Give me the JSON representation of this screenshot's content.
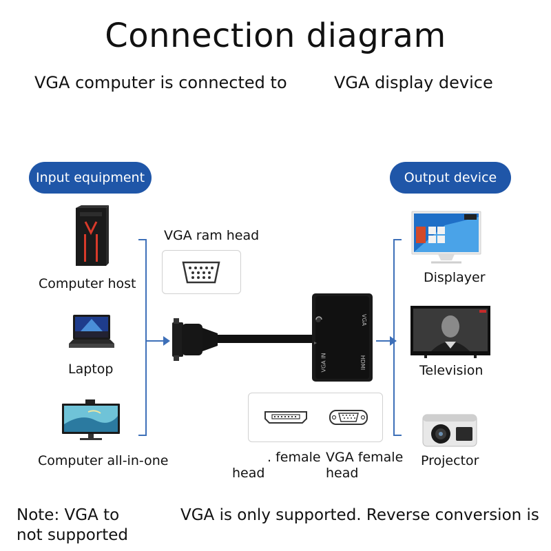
{
  "title": "Connection diagram",
  "subtitle_left": "VGA computer is connected to",
  "subtitle_right": "VGA display device",
  "input_pill": "Input equipment",
  "output_pill": "Output device",
  "inputs": [
    {
      "label": "Computer host"
    },
    {
      "label": "Laptop"
    },
    {
      "label": "Computer all-in-one"
    }
  ],
  "outputs": [
    {
      "label": "Displayer"
    },
    {
      "label": "Television"
    },
    {
      "label": "Projector"
    }
  ],
  "vga_head_label": "VGA ram head",
  "adapter": {
    "port_top": "VGA",
    "port_bottom": "HDMI",
    "side_text": "VGA IN"
  },
  "female_labels": {
    "hdmi_line1": ". female",
    "hdmi_line2": "head",
    "vga_line1": "VGA female",
    "vga_line2": "head"
  },
  "note_left_line1": "Note: VGA to",
  "note_left_line2": "not supported",
  "note_right": "VGA is only supported. Reverse conversion is",
  "colors": {
    "accent": "#1f56a8",
    "line": "#3d6fb8"
  }
}
